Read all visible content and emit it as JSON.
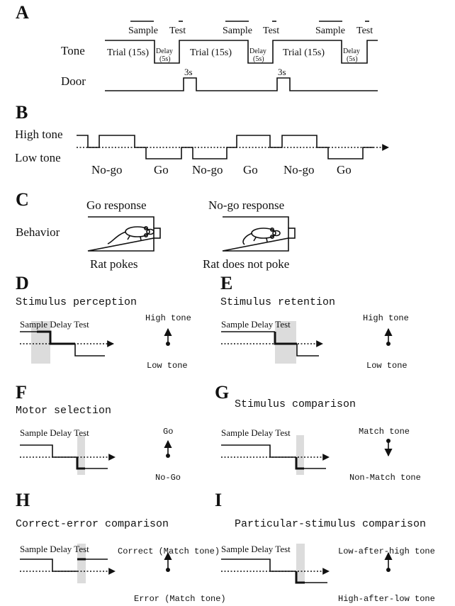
{
  "panels": {
    "a": "A",
    "b": "B",
    "c": "C",
    "d": "D",
    "e": "E",
    "f": "F",
    "g": "G",
    "h": "H",
    "i": "I"
  },
  "a": {
    "sample": "Sample",
    "test": "Test",
    "tone": "Tone",
    "door": "Door",
    "trial": "Trial (15s)",
    "delay": "Delay",
    "delay_dur": "(5s)",
    "door_dur": "3s"
  },
  "b": {
    "high": "High tone",
    "low": "Low tone",
    "seq": [
      "No-go",
      "Go",
      "No-go",
      "Go",
      "No-go",
      "Go"
    ]
  },
  "c": {
    "behavior": "Behavior",
    "go_response": "Go response",
    "nogo_response": "No-go response",
    "rat_pokes": "Rat pokes",
    "rat_no_poke": "Rat does not poke"
  },
  "sdt": "Sample Delay Test",
  "d": {
    "title": "Stimulus perception",
    "top": "High tone",
    "bottom": "Low tone"
  },
  "e": {
    "title": "Stimulus retention",
    "top": "High tone",
    "bottom": "Low tone"
  },
  "f": {
    "title": "Motor selection",
    "top": "Go",
    "bottom": "No-Go"
  },
  "g": {
    "title": "Stimulus comparison",
    "top": "Match tone",
    "bottom": "Non-Match tone"
  },
  "h": {
    "title": "Correct-error comparison",
    "top": "Correct (Match tone)",
    "bottom": "Error (Match tone)"
  },
  "i": {
    "title": "Particular-stimulus comparison",
    "top": "Low-after-high tone",
    "bottom": "High-after-low tone"
  }
}
